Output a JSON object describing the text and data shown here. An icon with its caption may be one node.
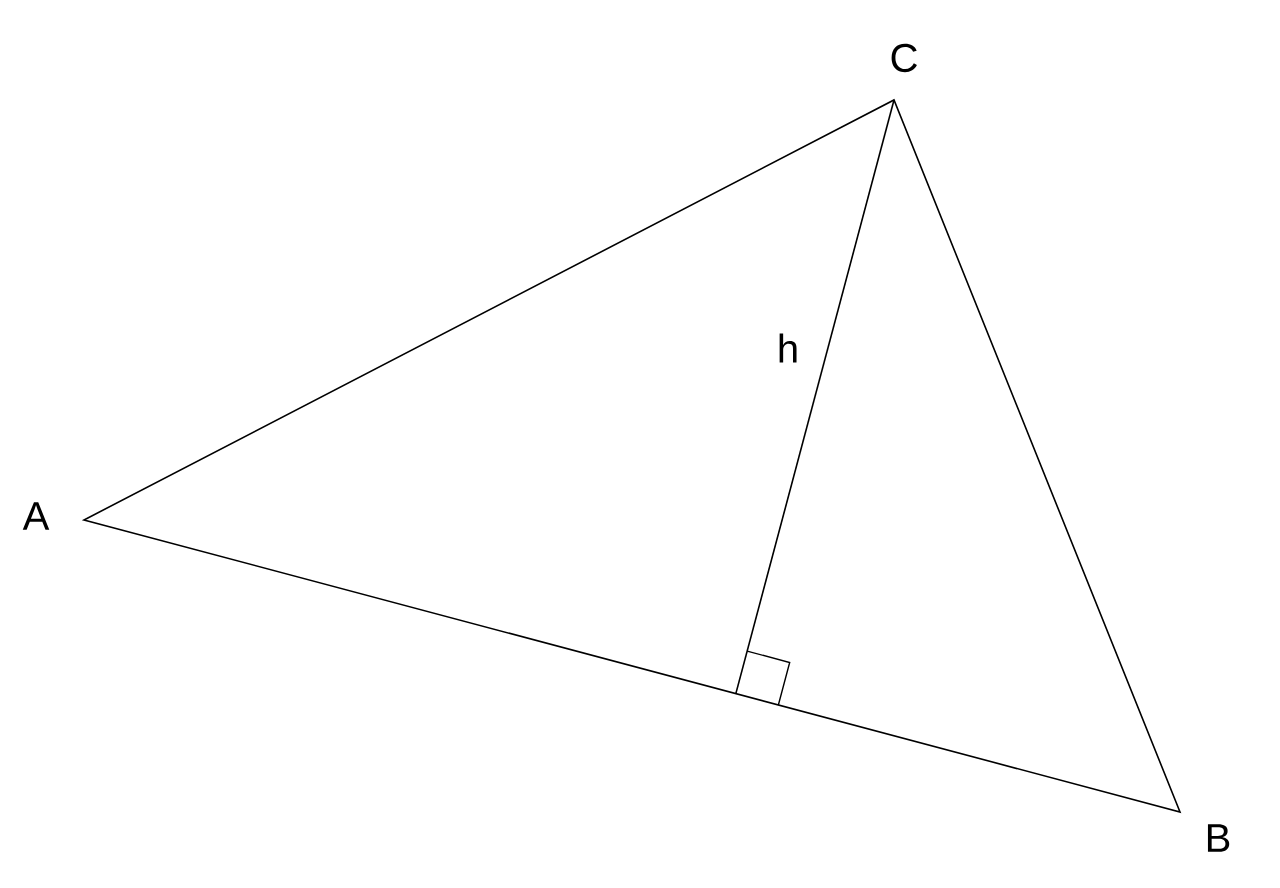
{
  "diagram": {
    "labels": [
      "C",
      "h",
      "A",
      "B"
    ]
  }
}
